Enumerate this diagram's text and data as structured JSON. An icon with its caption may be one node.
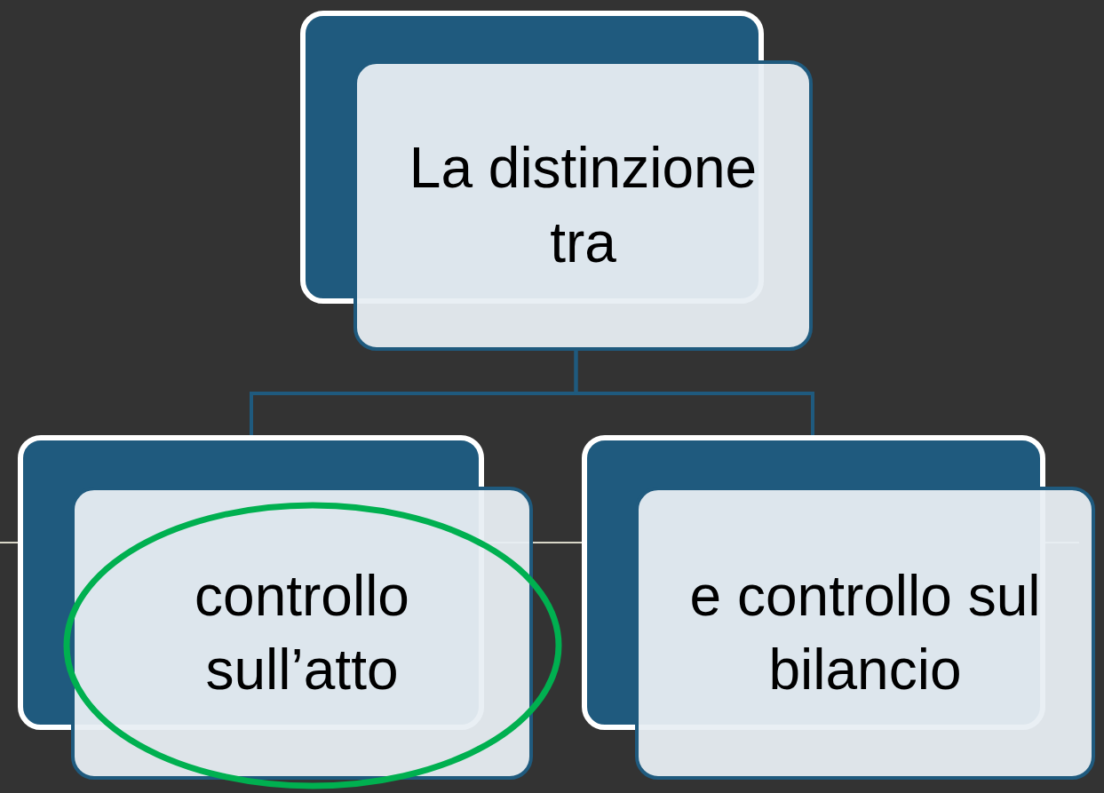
{
  "diagram": {
    "nodes": [
      {
        "text": [
          "La distinzione tra"
        ]
      },
      {
        "text": [
          "controllo sull’atto"
        ]
      },
      {
        "text": [
          "e controllo sul bilancio"
        ]
      }
    ],
    "edges": [
      {
        "from": 0,
        "to": 1,
        "arrow": "none"
      },
      {
        "from": 0,
        "to": 2,
        "arrow": "none"
      }
    ]
  }
}
